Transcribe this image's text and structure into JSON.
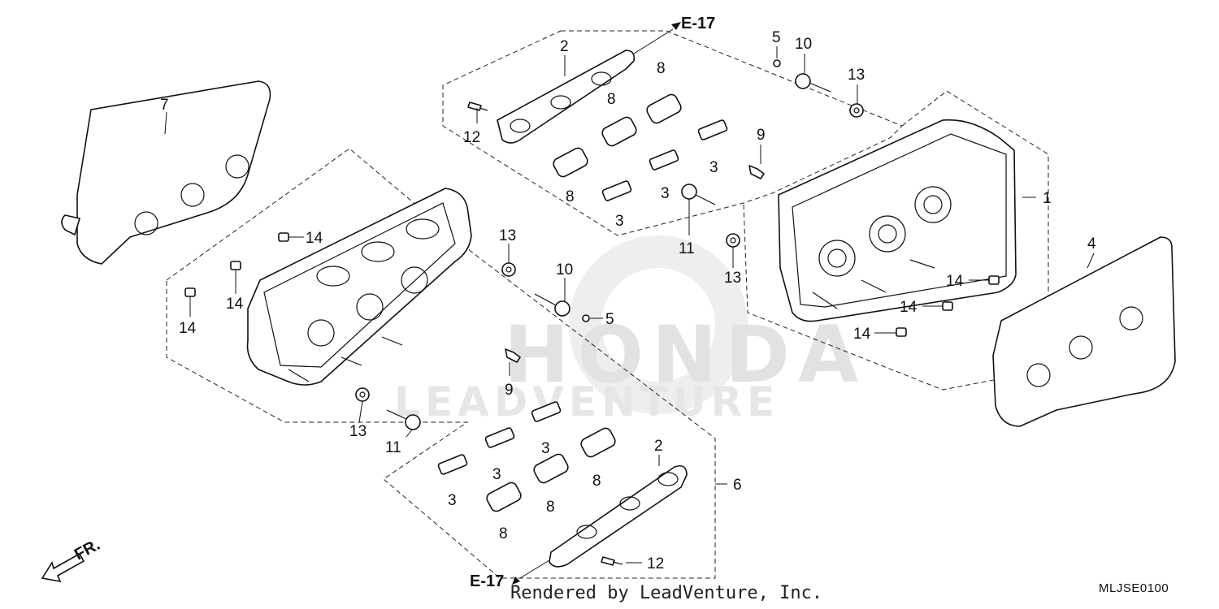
{
  "watermark": {
    "brand": "HONDA",
    "sub": "LEADVENTURE"
  },
  "references": {
    "top": "E-17",
    "bottom": "E-17"
  },
  "front_marker": "FR.",
  "callouts": {
    "c1": "1",
    "c2a": "2",
    "c2b": "2",
    "c3a": "3",
    "c3b": "3",
    "c3c": "3",
    "c3d": "3",
    "c3e": "3",
    "c3f": "3",
    "c4": "4",
    "c5a": "5",
    "c5b": "5",
    "c6": "6",
    "c7": "7",
    "c8a": "8",
    "c8b": "8",
    "c8c": "8",
    "c8d": "8",
    "c8e": "8",
    "c8f": "8",
    "c9a": "9",
    "c9b": "9",
    "c10a": "10",
    "c10b": "10",
    "c11a": "11",
    "c11b": "11",
    "c12a": "12",
    "c12b": "12",
    "c13a": "13",
    "c13b": "13",
    "c13c": "13",
    "c13d": "13",
    "c14a": "14",
    "c14b": "14",
    "c14c": "14",
    "c14d": "14",
    "c14e": "14",
    "c14f": "14"
  },
  "footer": {
    "credit": "Rendered by LeadVenture, Inc.",
    "code": "MLJSE0100"
  }
}
